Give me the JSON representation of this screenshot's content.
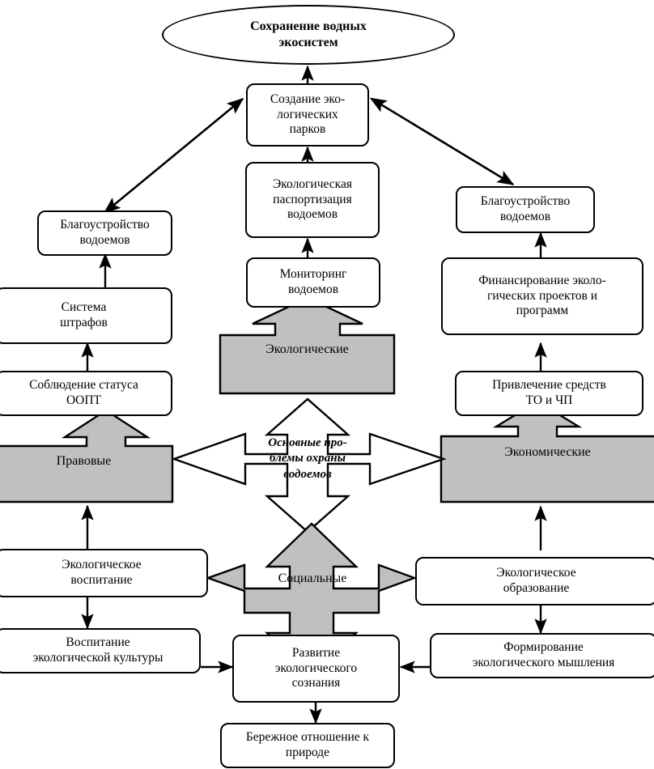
{
  "diagram": {
    "title": "Сохранение водных экосистем",
    "center_label": "Основные про-\nблемы охраны\nводоемов",
    "colors": {
      "gray_fill": "#c0c0c0",
      "white_fill": "#ffffff",
      "stroke": "#000000"
    },
    "goal": {
      "label": "Сохранение водных\nэкосистем"
    },
    "categories": [
      {
        "id": "pravovye",
        "label": "Правовые",
        "fill": "#c0c0c0"
      },
      {
        "id": "ekologicheskie",
        "label": "Экологические",
        "fill": "#c0c0c0"
      },
      {
        "id": "ekonomicheskie",
        "label": "Экономические",
        "fill": "#c0c0c0"
      },
      {
        "id": "socialnye",
        "label": "Социальные",
        "fill": "#c0c0c0"
      }
    ],
    "nodes": [
      {
        "id": "parks",
        "label": "Создание эко-\nлогических\nпарков"
      },
      {
        "id": "passport",
        "label": "Экологическая\nпаспортизация\nводоемов"
      },
      {
        "id": "monitoring",
        "label": "Мониторинг\nводоемов"
      },
      {
        "id": "blago_left",
        "label": "Благоустройство\nводоемов"
      },
      {
        "id": "fines",
        "label": "Система\nштрафов"
      },
      {
        "id": "oopt",
        "label": "Соблюдение статуса\nООПТ"
      },
      {
        "id": "blago_right",
        "label": "Благоустройство\nводоемов"
      },
      {
        "id": "financing",
        "label": "Финансирование эколо-\nгических проектов  и\nпрограмм"
      },
      {
        "id": "attraction",
        "label": "Привлечение средств\nТО и ЧП"
      },
      {
        "id": "eco_vospitanie",
        "label": "Экологическое\nвоспитание"
      },
      {
        "id": "eco_kultura",
        "label": "Воспитание\nэкологической культуры"
      },
      {
        "id": "eco_soznanie",
        "label": "Развитие\nэкологического\nсознания"
      },
      {
        "id": "eco_obrazovanie",
        "label": "Экологическое\nобразование"
      },
      {
        "id": "eco_myshlenie",
        "label": "Формирование\nэкологического мышления"
      },
      {
        "id": "berezhnoe",
        "label": "Бережное отношение к\nприроде"
      }
    ]
  }
}
